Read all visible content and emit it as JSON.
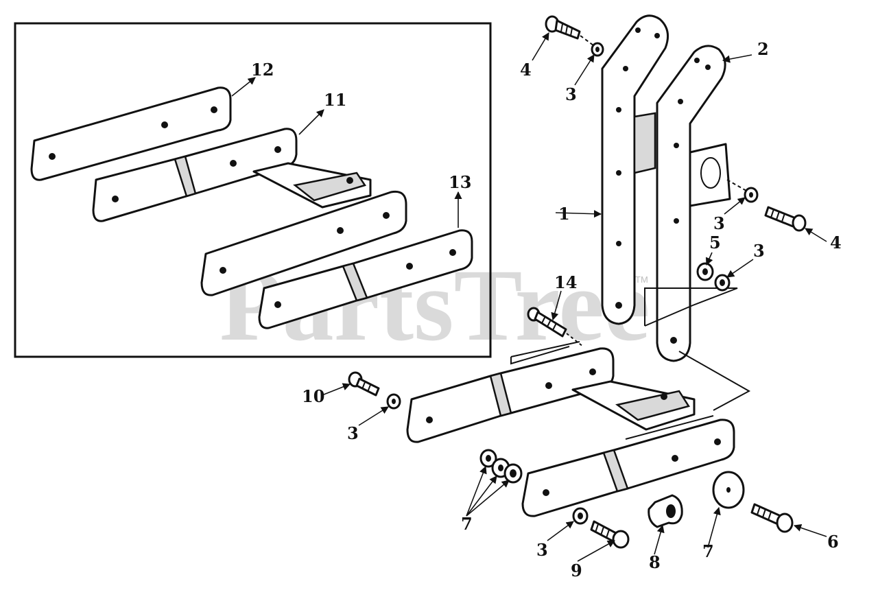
{
  "watermark": "PartsTree",
  "trademark": "TM",
  "callouts": {
    "c1": "1",
    "c2": "2",
    "c3a": "3",
    "c3b": "3",
    "c3c": "3",
    "c3d": "3",
    "c3e": "3",
    "c4a": "4",
    "c4b": "4",
    "c5": "5",
    "c6": "6",
    "c7a": "7",
    "c7b": "7",
    "c8": "8",
    "c9": "9",
    "c10": "10",
    "c11": "11",
    "c12": "12",
    "c13": "13",
    "c14": "14"
  }
}
